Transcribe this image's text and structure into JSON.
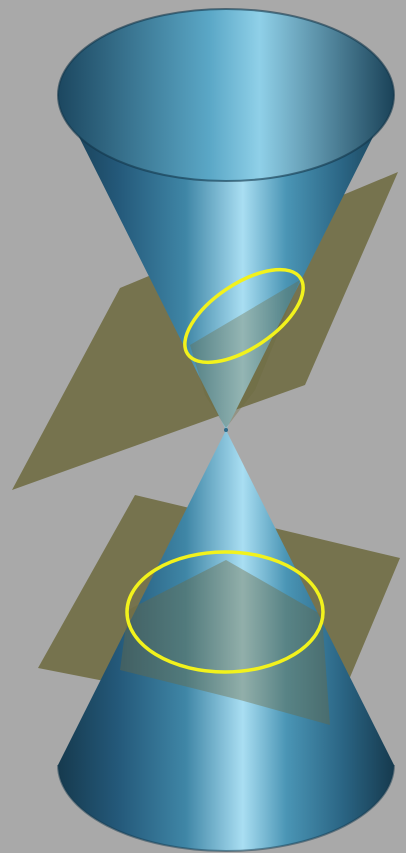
{
  "colors": {
    "background": "#a9a9a9",
    "cone_dark": "#163a4e",
    "cone_mid": "#3f86a6",
    "cone_light": "#a9def2",
    "cone_inside": "#1f4a61",
    "plane_fill": "#6d6a3e",
    "section_curve": "#f2f21c"
  },
  "diagram": {
    "shape": "double cone (two nappes meeting at a vertex)",
    "sections": [
      {
        "type": "ellipse",
        "cutting_plane": "inclined",
        "nappe": "upper"
      },
      {
        "type": "ellipse",
        "cutting_plane": "less inclined",
        "nappe": "lower"
      }
    ]
  }
}
